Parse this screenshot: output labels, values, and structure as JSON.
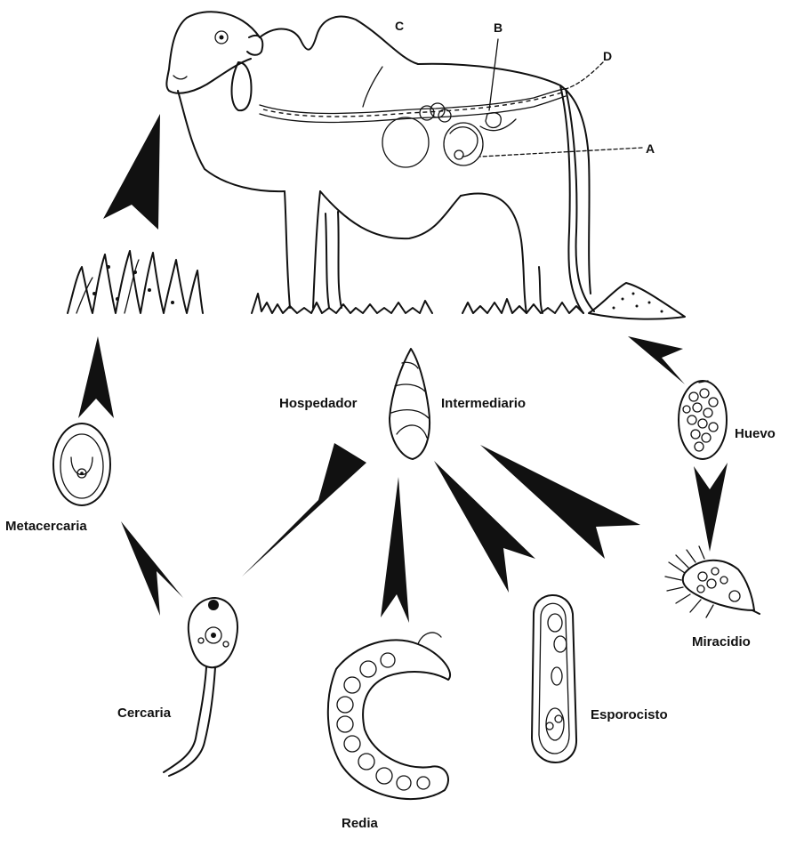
{
  "labels": {
    "letter_a": "A",
    "letter_b": "B",
    "letter_c": "C",
    "letter_d": "D",
    "host_left": "Hospedador",
    "host_right": "Intermediario",
    "huevo": "Huevo",
    "miracidio": "Miracidio",
    "esporocisto": "Esporocisto",
    "redia": "Redia",
    "cercaria": "Cercaria",
    "metacercaria": "Metacercaria"
  },
  "icons": {
    "cow": "cow-icon",
    "snail": "snail-icon",
    "grass": "grass-icon",
    "dung": "dung-pile-icon",
    "egg": "egg-icon",
    "miracidium": "miracidium-icon",
    "sporocyst": "sporocyst-icon",
    "redia": "redia-icon",
    "cercaria": "cercaria-icon",
    "metacercaria": "metacercaria-icon",
    "arrow": "arrowhead-icon"
  },
  "colors": {
    "ink": "#111111",
    "background": "#ffffff"
  }
}
